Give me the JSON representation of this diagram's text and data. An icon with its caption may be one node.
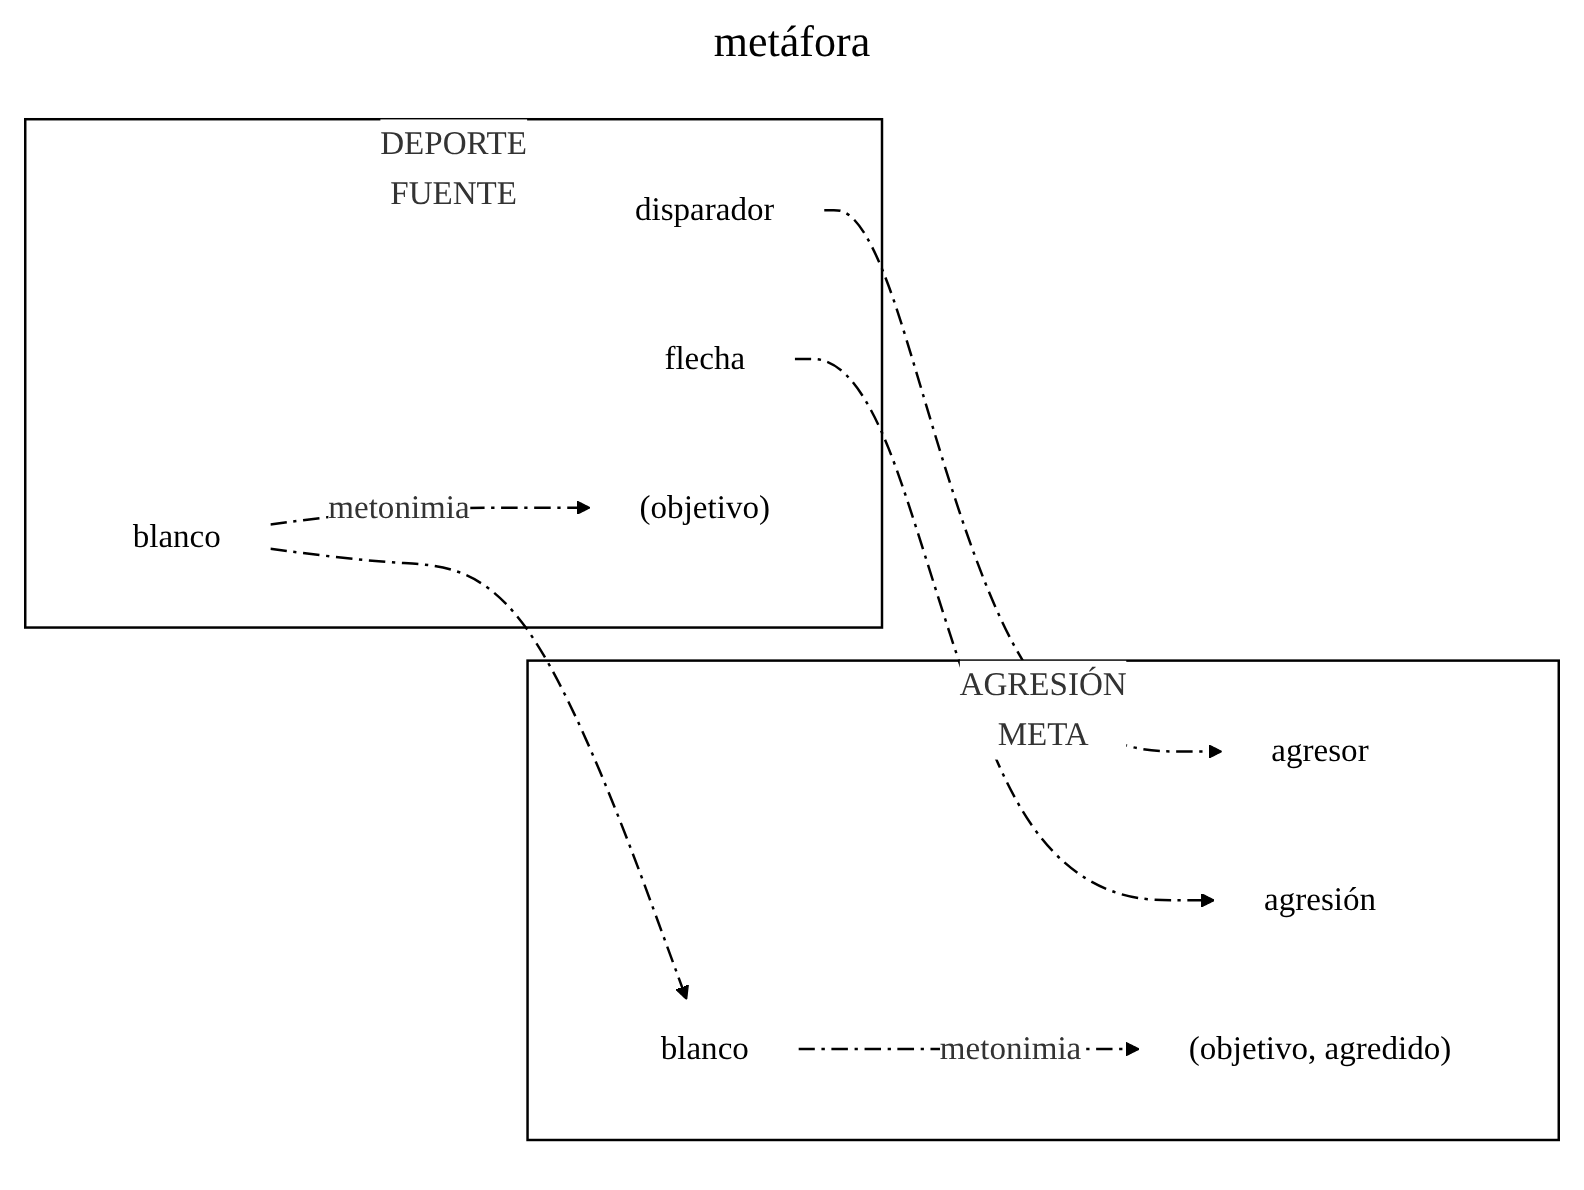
{
  "diagram": {
    "nodes": [
      {
        "text": [
          "DEPORTE",
          "FUENTE"
        ]
      },
      {
        "text": [
          "disparador"
        ],
        "in": 0
      },
      {
        "text": [
          "flecha"
        ],
        "in": 0
      },
      {
        "text": [
          "blanco"
        ],
        "in": 0
      },
      {
        "text": [
          "(objetivo)"
        ],
        "in": 0
      },
      {
        "text": [
          "AGRESIÓN",
          "META"
        ]
      },
      {
        "text": [
          "agresor"
        ],
        "in": 5
      },
      {
        "text": [
          "agresión"
        ],
        "in": 5
      },
      {
        "text": [
          "blanco"
        ],
        "in": 5
      },
      {
        "text": [
          "(objetivo, agredido)"
        ],
        "in": 5
      }
    ],
    "edges": [
      {
        "from": 1,
        "to": 6,
        "arrow": "to",
        "style": "dashed"
      },
      {
        "from": 2,
        "to": 7,
        "arrow": "to",
        "style": "dashed"
      },
      {
        "from": 3,
        "to": 8,
        "arrow": "to",
        "style": "dashed"
      },
      {
        "from": 3,
        "to": 4,
        "arrow": "to",
        "style": "dashed",
        "label": "metonimia"
      },
      {
        "from": 8,
        "to": 9,
        "arrow": "to",
        "style": "dashed",
        "label": "metonimia"
      }
    ],
    "labels": [
      "metáfora"
    ]
  }
}
